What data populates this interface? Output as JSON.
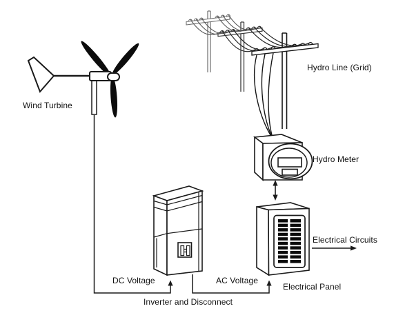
{
  "diagram": {
    "background": "#ffffff",
    "ink": "#1a1a1a",
    "labels": {
      "wind_turbine": "Wind Turbine",
      "hydro_line": "Hydro Line (Grid)",
      "hydro_meter": "Hydro Meter",
      "electrical_circuits": "Electrical Circuits",
      "electrical_panel": "Electrical Panel",
      "dc_voltage": "DC Voltage",
      "ac_voltage": "AC Voltage",
      "inverter": "Inverter and Disconnect"
    },
    "connections": [
      {
        "from": "Wind Turbine",
        "to": "Inverter and Disconnect",
        "label": "DC Voltage",
        "arrow": "one-way"
      },
      {
        "from": "Inverter and Disconnect",
        "to": "Electrical Panel",
        "label": "AC Voltage",
        "arrow": "one-way"
      },
      {
        "from": "Electrical Panel",
        "to": "Hydro Meter",
        "label": "",
        "arrow": "two-way"
      },
      {
        "from": "Hydro Line (Grid)",
        "to": "Hydro Meter",
        "label": "",
        "arrow": "wires"
      },
      {
        "from": "Electrical Panel",
        "to": "Electrical Circuits",
        "label": "Electrical Circuits",
        "arrow": "one-way"
      }
    ]
  }
}
